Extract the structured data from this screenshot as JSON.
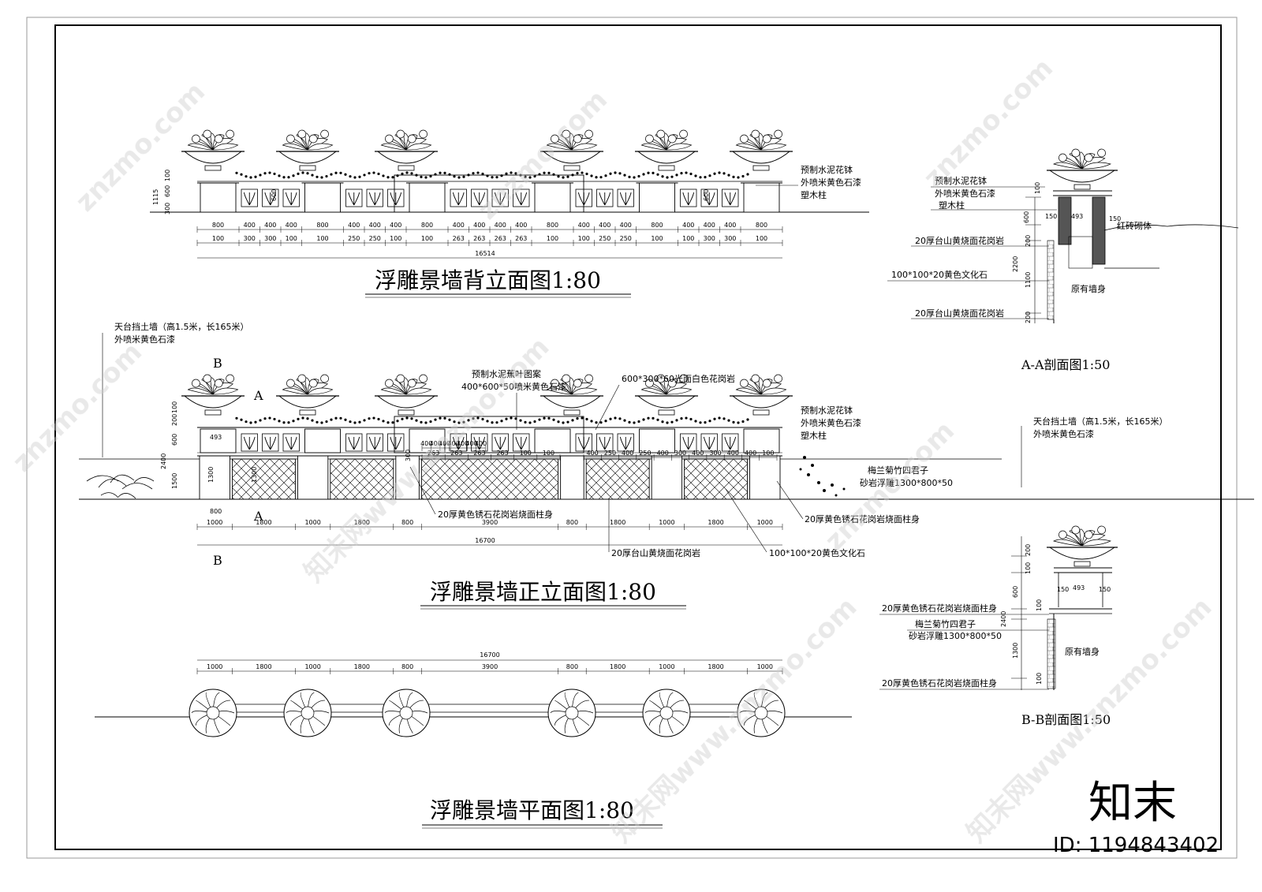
{
  "views": {
    "back_elevation": {
      "title": "浮雕景墙背立面图1:80",
      "notes": [
        "预制水泥花钵",
        "外喷米黄色石漆",
        "塑木柱"
      ],
      "height_dims": [
        "1115",
        "100",
        "600",
        "300",
        "600",
        "600"
      ],
      "dims_top": [
        "800",
        "400",
        "400",
        "400",
        "800",
        "400",
        "400",
        "400",
        "800",
        "400",
        "400",
        "400",
        "400",
        "800",
        "400",
        "400",
        "400",
        "800",
        "400",
        "400",
        "400",
        "800"
      ],
      "dims_bottom": [
        "100",
        "300",
        "300",
        "100",
        "100",
        "250",
        "250",
        "100",
        "100",
        "263",
        "263",
        "263",
        "263",
        "100",
        "100",
        "250",
        "250",
        "100",
        "100",
        "300",
        "300",
        "100"
      ],
      "total": "16514"
    },
    "front_elevation": {
      "title": "浮雕景墙正立面图1:80",
      "notes_left": [
        "天台挡土墙（高1.5米，长165米）",
        "外喷米黄色石漆"
      ],
      "notes_center": [
        "预制水泥蕉叶图案",
        "400*600*50喷米黄色石漆",
        "600*300*60光面白色花岗岩"
      ],
      "notes_right": [
        "预制水泥花钵",
        "外喷米黄色石漆",
        "塑木柱"
      ],
      "notes_right2": [
        "天台挡土墙（高1.5米，长165米）",
        "外喷米黄色石漆",
        "梅兰菊竹四君子",
        "砂岩浮雕1300*800*50"
      ],
      "notes_bottom": [
        "20厚黄色锈石花岗岩烧面柱身",
        "20厚黄色锈石花岗岩烧面柱身",
        "20厚台山黄烧面花岗岩",
        "100*100*20黄色文化石"
      ],
      "section_marks": [
        "A",
        "A",
        "B",
        "B"
      ],
      "height_dims": [
        "2400",
        "100",
        "200",
        "600",
        "1500",
        "1300",
        "493",
        "800",
        "1300",
        "300"
      ],
      "dims": [
        "1000",
        "1800",
        "1000",
        "1800",
        "800",
        "3900",
        "800",
        "1800",
        "1000",
        "1800",
        "1000"
      ],
      "dims_small": [
        "400",
        "400",
        "400",
        "400",
        "400",
        "400",
        "400",
        "263",
        "263",
        "263",
        "263",
        "100",
        "100",
        "400",
        "250",
        "400",
        "250",
        "400",
        "300",
        "400",
        "300",
        "400",
        "400",
        "100"
      ],
      "total": "16700"
    },
    "plan": {
      "title": "浮雕景墙平面图1:80",
      "dims": [
        "1000",
        "1800",
        "1000",
        "1800",
        "800",
        "3900",
        "800",
        "1800",
        "1000",
        "1800",
        "1000"
      ],
      "total": "16700"
    },
    "section_aa": {
      "title": "A-A剖面图1:50",
      "notes_left": [
        "预制水泥花钵",
        "外喷米黄色石漆",
        "塑木柱",
        "20厚台山黄烧面花岗岩",
        "100*100*20黄色文化石",
        "20厚台山黄烧面花岗岩"
      ],
      "notes_right": [
        "红砖砌体",
        "原有墙身"
      ],
      "dims": [
        "100",
        "600",
        "2200",
        "1100",
        "200",
        "200",
        "150",
        "493",
        "150"
      ]
    },
    "section_bb": {
      "title": "B-B剖面图1:50",
      "notes_left": [
        "20厚黄色锈石花岗岩烧面柱身",
        "梅兰菊竹四君子",
        "砂岩浮雕1300*800*50",
        "20厚黄色锈石花岗岩烧面柱身"
      ],
      "notes_right": [
        "原有墙身"
      ],
      "dims": [
        "200",
        "100",
        "600",
        "100",
        "2400",
        "1300",
        "100",
        "150",
        "493",
        "150"
      ]
    }
  },
  "watermark": {
    "brand": "知末",
    "id": "ID: 1194843402",
    "site": "znzmo.com",
    "cn": "知末网www.znzmo.com"
  }
}
